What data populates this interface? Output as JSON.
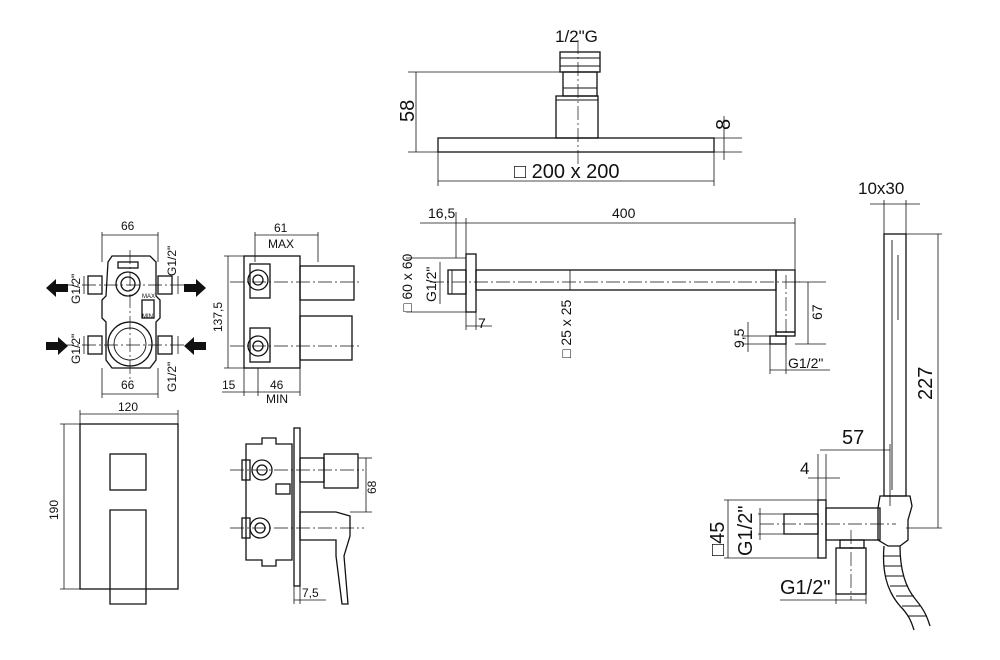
{
  "shower_head": {
    "thread": "1/2\"G",
    "height": "58",
    "plate_thickness": "8",
    "size": "□ 200 x 200"
  },
  "shower_arm": {
    "offset": "16,5",
    "length": "400",
    "wall_plate": "□ 60 x 60",
    "inlet": "G1/2\"",
    "section": "□ 25 x 25",
    "plate_depth": "7",
    "drop": "67",
    "outlet_offset": "9,5",
    "outlet": "G1/2\""
  },
  "body_front": {
    "width_top": "66",
    "width_bottom": "66",
    "port_top_left": "G1/2\"",
    "port_top_right": "G1/2\"",
    "port_bottom_left": "G1/2\"",
    "port_bottom_right": "G1/2\"",
    "mark_max": "MAX",
    "mark_min": "MIN"
  },
  "body_side": {
    "max_depth": "61",
    "max_label": "MAX",
    "height": "137,5",
    "base": "15",
    "min_depth": "46",
    "min_label": "MIN"
  },
  "trim_plate": {
    "width": "120",
    "height": "190"
  },
  "trim_side": {
    "handle_height": "68",
    "plate": "7,5"
  },
  "hand_shower": {
    "head_section": "10x30",
    "length": "227",
    "projection": "57",
    "plate": "4",
    "plate_size": "□45",
    "inlet": "G1/2\"",
    "outlet": "G1/2\""
  }
}
